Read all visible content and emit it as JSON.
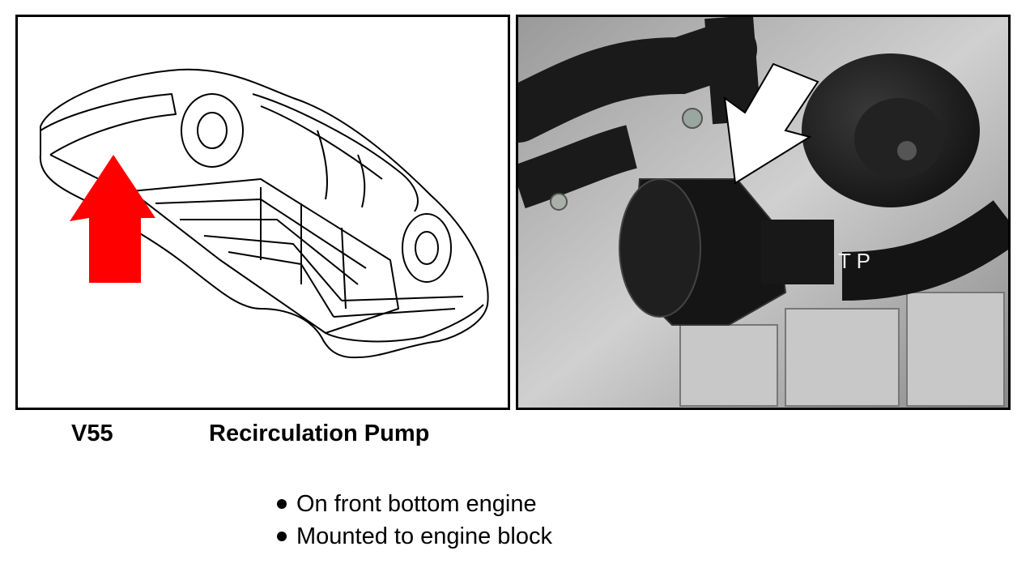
{
  "figure": {
    "left_image_alt": "vehicle underside line drawing",
    "right_image_alt": "engine bay photo of recirculation pump",
    "highlight_color": "#ff0000",
    "arrow_icon": "arrow-up-icon",
    "pointer_icon": "arrow-down-left-icon"
  },
  "caption": {
    "code": "V55",
    "title": "Recirculation Pump"
  },
  "bullets": [
    "On front bottom engine",
    "Mounted to engine block"
  ]
}
